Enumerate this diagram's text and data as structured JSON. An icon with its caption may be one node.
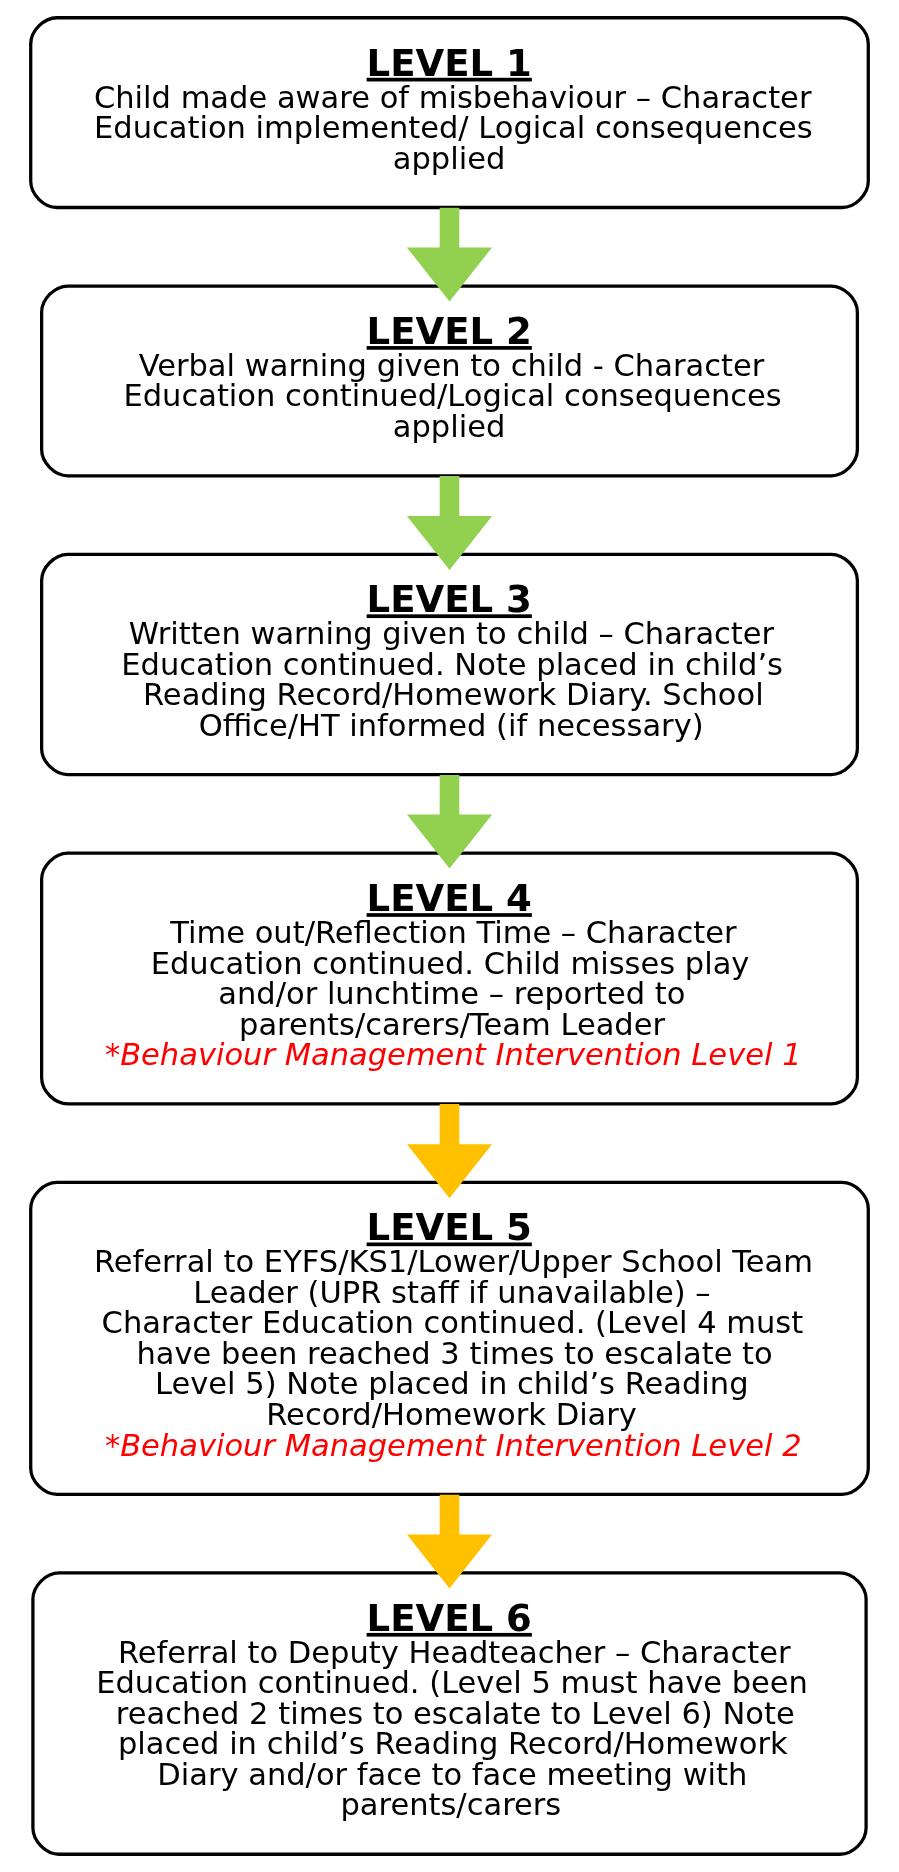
{
  "diagram": {
    "nodes": [
      {
        "text": [
          "LEVEL 1",
          "Child made aware of misbehaviour – Character Education implemented/ Logical consequences applied"
        ]
      },
      {
        "text": [
          "LEVEL 2",
          "Verbal warning given to child - Character Education continued/Logical consequences applied"
        ]
      },
      {
        "text": [
          "LEVEL 3",
          "Written warning given to child – Character Education continued. Note placed in child’s Reading Record/Homework Diary. School Office/HT informed (if necessary)"
        ]
      },
      {
        "text": [
          "LEVEL 4",
          "Time out/Reflection Time – Character Education continued. Child misses play and/or lunchtime – reported to parents/carers/Team Leader",
          "*Behaviour Management Intervention Level 1"
        ]
      },
      {
        "text": [
          "LEVEL 5",
          "Referral to EYFS/KS1/Lower/Upper School Team Leader (UPR staff if unavailable) – Character Education continued. (Level 4 must have been reached 3 times to escalate to Level 5) Note placed in child’s Reading Record/Homework Diary",
          "*Behaviour Management Intervention Level 2"
        ]
      },
      {
        "text": [
          "LEVEL 6",
          "Referral to Deputy Headteacher – Character Education continued. (Level 5 must have been reached 2 times to escalate to Level 6) Note placed in child’s Reading Record/Homework Diary and/or face to face meeting with parents/carers"
        ]
      }
    ],
    "edges": [
      {
        "from": 0,
        "to": 1,
        "arrow": "to"
      },
      {
        "from": 1,
        "to": 2,
        "arrow": "to"
      },
      {
        "from": 2,
        "to": 3,
        "arrow": "to"
      },
      {
        "from": 3,
        "to": 4,
        "arrow": "to",
        "color": "#ffc000"
      },
      {
        "from": 4,
        "to": 5,
        "arrow": "to",
        "color": "#ffc000"
      }
    ]
  }
}
